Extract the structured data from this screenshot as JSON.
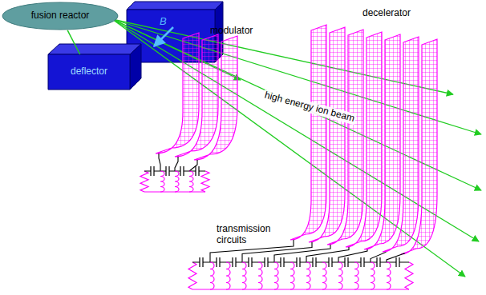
{
  "diagram": {
    "nodes": [
      {
        "text": [
          "fusion reactor"
        ]
      },
      {
        "text": [
          "deflector"
        ]
      }
    ],
    "edges": [
      {
        "from": 0,
        "to": 1,
        "arrow": "none"
      }
    ],
    "labels": [
      "B",
      "modulator",
      "decelerator",
      "high energy ion beam",
      "transmission circuits"
    ]
  }
}
